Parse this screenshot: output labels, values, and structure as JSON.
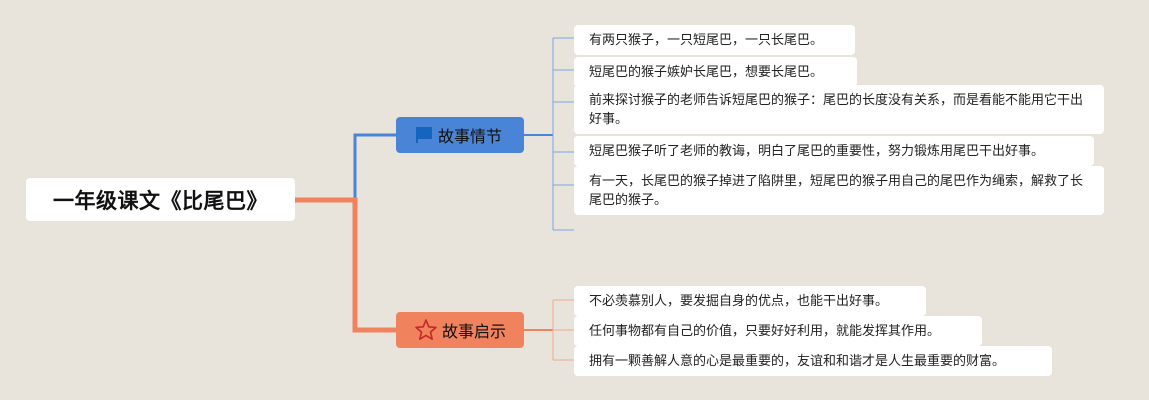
{
  "root": {
    "title": "一年级课文《比尾巴》"
  },
  "branches": [
    {
      "label": "故事情节",
      "color": "#4a84d6",
      "icon": "flag-icon",
      "leaves": [
        "有两只猴子，一只短尾巴，一只长尾巴。",
        "短尾巴的猴子嫉妒长尾巴，想要长尾巴。",
        "前来探讨猴子的老师告诉短尾巴的猴子：尾巴的长度没有关系，而是看能不能用它干出好事。",
        "短尾巴猴子听了老师的教诲，明白了尾巴的重要性，努力锻炼用尾巴干出好事。",
        "有一天，长尾巴的猴子掉进了陷阱里，短尾巴的猴子用自己的尾巴作为绳索，解救了长尾巴的猴子。"
      ]
    },
    {
      "label": "故事启示",
      "color": "#f0825e",
      "icon": "star-icon",
      "leaves": [
        "不必羡慕别人，要发掘自身的优点，也能干出好事。",
        "任何事物都有自己的价值，只要好好利用，就能发挥其作用。",
        "拥有一颗善解人意的心是最重要的，友谊和和谐才是人生最重要的财富。"
      ]
    }
  ],
  "colors": {
    "background": "#e8e4dc",
    "story": "#4a84d6",
    "insight": "#f0825e",
    "story_line": "#7aa6e4",
    "insight_line": "#f4a88c"
  }
}
